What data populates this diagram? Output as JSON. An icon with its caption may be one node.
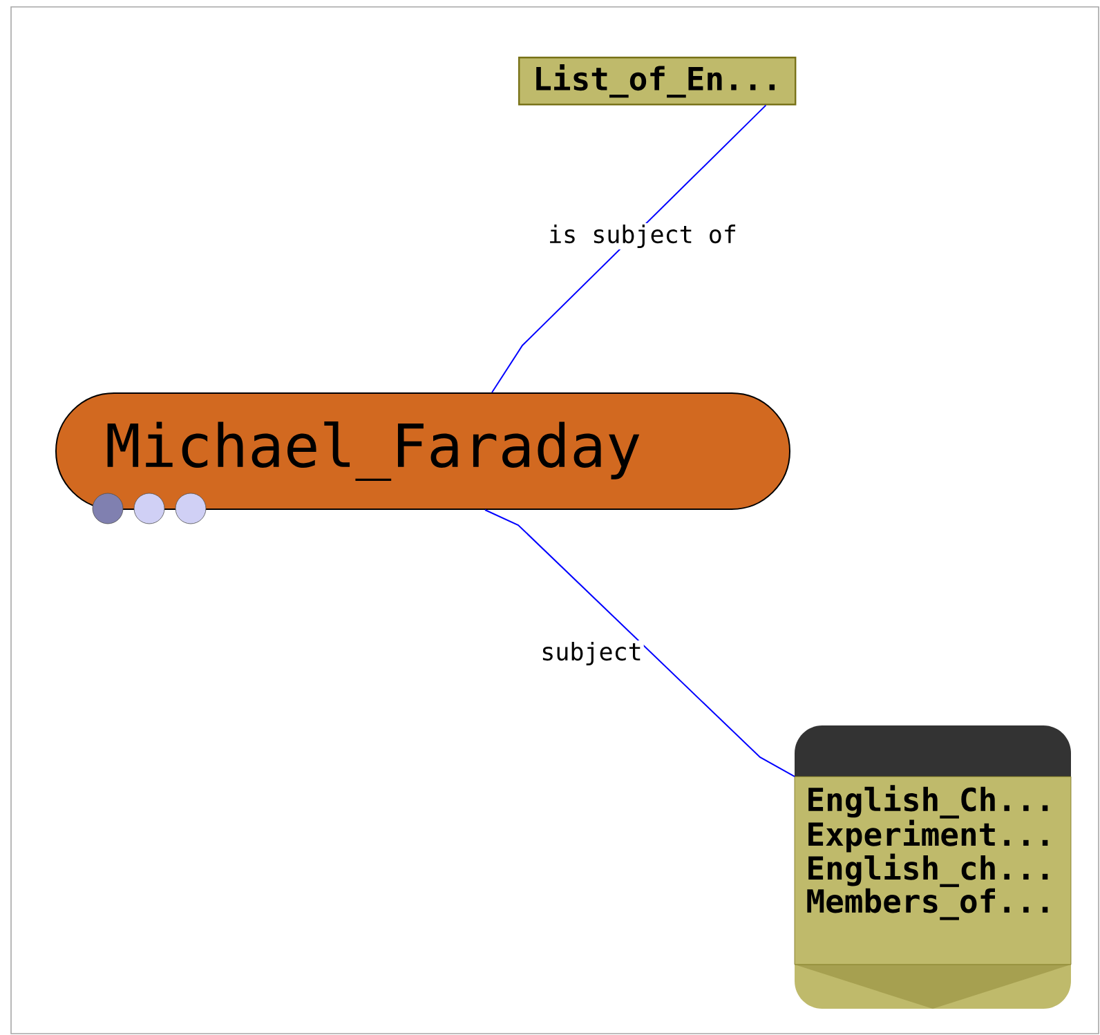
{
  "diagram": {
    "nodes": [
      {
        "text": [
          "List_of_En..."
        ]
      },
      {
        "text": [
          "Michael_Faraday"
        ]
      },
      {
        "text": [
          "English_Ch...",
          "Experiment...",
          "English_ch...",
          "Members_of..."
        ]
      }
    ],
    "edges": [
      {
        "from": 1,
        "to": 0,
        "arrow": "none",
        "label": "is subject of",
        "color": "#0000ff"
      },
      {
        "from": 1,
        "to": 2,
        "arrow": "none",
        "label": "subject",
        "color": "#0000ff"
      }
    ]
  }
}
